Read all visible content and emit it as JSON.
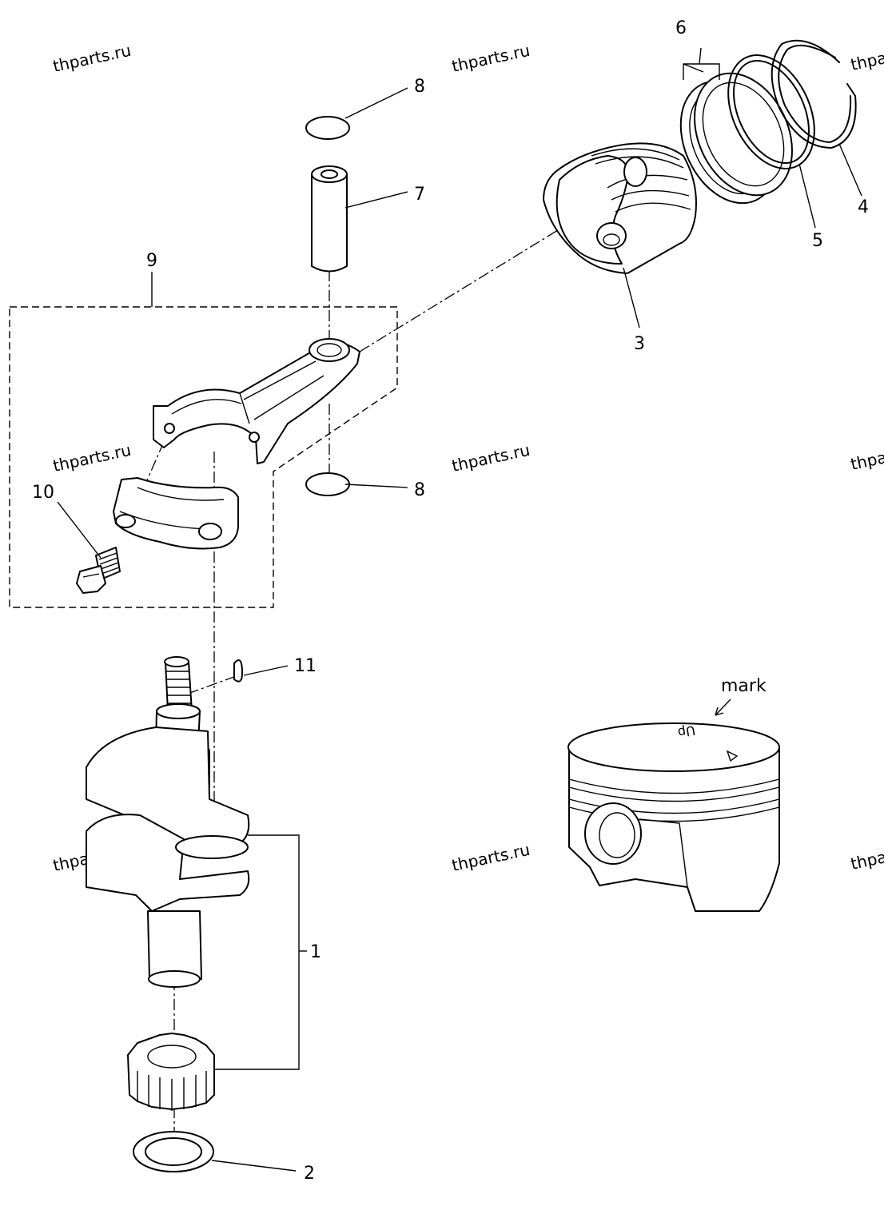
{
  "watermark": "thparts.ru",
  "watermark_partial": "thpa",
  "callouts": {
    "crankshaft": "1",
    "thrust_washer": "2",
    "piston": "3",
    "top_ring": "4",
    "second_ring": "5",
    "oil_ring": "6",
    "piston_pin": "7",
    "pin_clip_top": "8",
    "pin_clip_bottom": "8",
    "connecting_rod_assy": "9",
    "rod_bolt": "10",
    "woodruff_key": "11"
  },
  "detail": {
    "mark_label": "mark",
    "crown_text": "Up"
  }
}
